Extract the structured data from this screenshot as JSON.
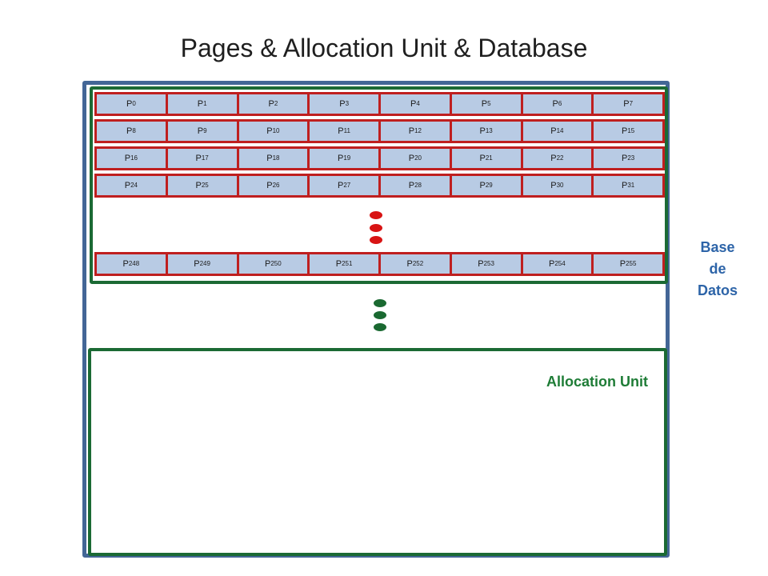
{
  "title": "Pages & Allocation Unit & Database",
  "database_label": [
    "Base",
    "de",
    "Datos"
  ],
  "allocation_unit_label": "Allocation Unit",
  "page_prefix": "P",
  "page_rows": [
    [
      "0",
      "1",
      "2",
      "3",
      "4",
      "5",
      "6",
      "7"
    ],
    [
      "8",
      "9",
      "10",
      "11",
      "12",
      "13",
      "14",
      "15"
    ],
    [
      "16",
      "17",
      "18",
      "19",
      "20",
      "21",
      "22",
      "23"
    ],
    [
      "24",
      "25",
      "26",
      "27",
      "28",
      "29",
      "30",
      "31"
    ],
    [
      "248",
      "249",
      "250",
      "251",
      "252",
      "253",
      "254",
      "255"
    ]
  ],
  "colors": {
    "database_border": "#436696",
    "allocation_unit_border": "#1b6a34",
    "page_fill": "#b8cbe4",
    "page_border": "#bf1f1f",
    "ellipsis_red": "#d81414",
    "ellipsis_green": "#1a6931"
  }
}
